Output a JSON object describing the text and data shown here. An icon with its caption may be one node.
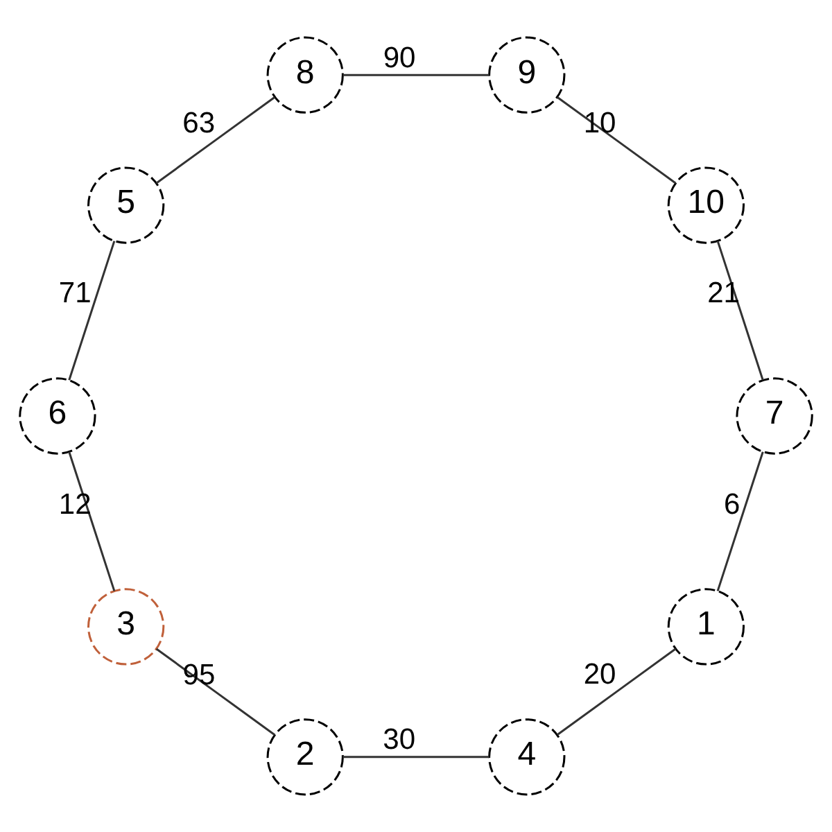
{
  "diagram": {
    "nodes": [
      {
        "text": [
          "1"
        ]
      },
      {
        "text": [
          "2"
        ]
      },
      {
        "text": [
          "3"
        ]
      },
      {
        "text": [
          "4"
        ]
      },
      {
        "text": [
          "5"
        ]
      },
      {
        "text": [
          "6"
        ]
      },
      {
        "text": [
          "7"
        ]
      },
      {
        "text": [
          "8"
        ]
      },
      {
        "text": [
          "9"
        ]
      },
      {
        "text": [
          "10"
        ]
      }
    ],
    "edges": [
      {
        "from": 1,
        "to": 2,
        "arrow": "none",
        "label": "95"
      },
      {
        "from": 1,
        "to": 3,
        "arrow": "none",
        "label": "30"
      },
      {
        "from": 0,
        "to": 3,
        "arrow": "none",
        "label": "20"
      },
      {
        "from": 2,
        "to": 5,
        "arrow": "none",
        "label": "12"
      },
      {
        "from": 4,
        "to": 5,
        "arrow": "none",
        "label": "71"
      },
      {
        "from": 4,
        "to": 7,
        "arrow": "none",
        "label": "63"
      },
      {
        "from": 0,
        "to": 6,
        "arrow": "none",
        "label": "6"
      },
      {
        "from": 9,
        "to": 6,
        "arrow": "none",
        "label": "21"
      },
      {
        "from": 9,
        "to": 8,
        "arrow": "none",
        "label": "10"
      },
      {
        "from": 8,
        "to": 7,
        "arrow": "none",
        "label": "90"
      }
    ]
  }
}
